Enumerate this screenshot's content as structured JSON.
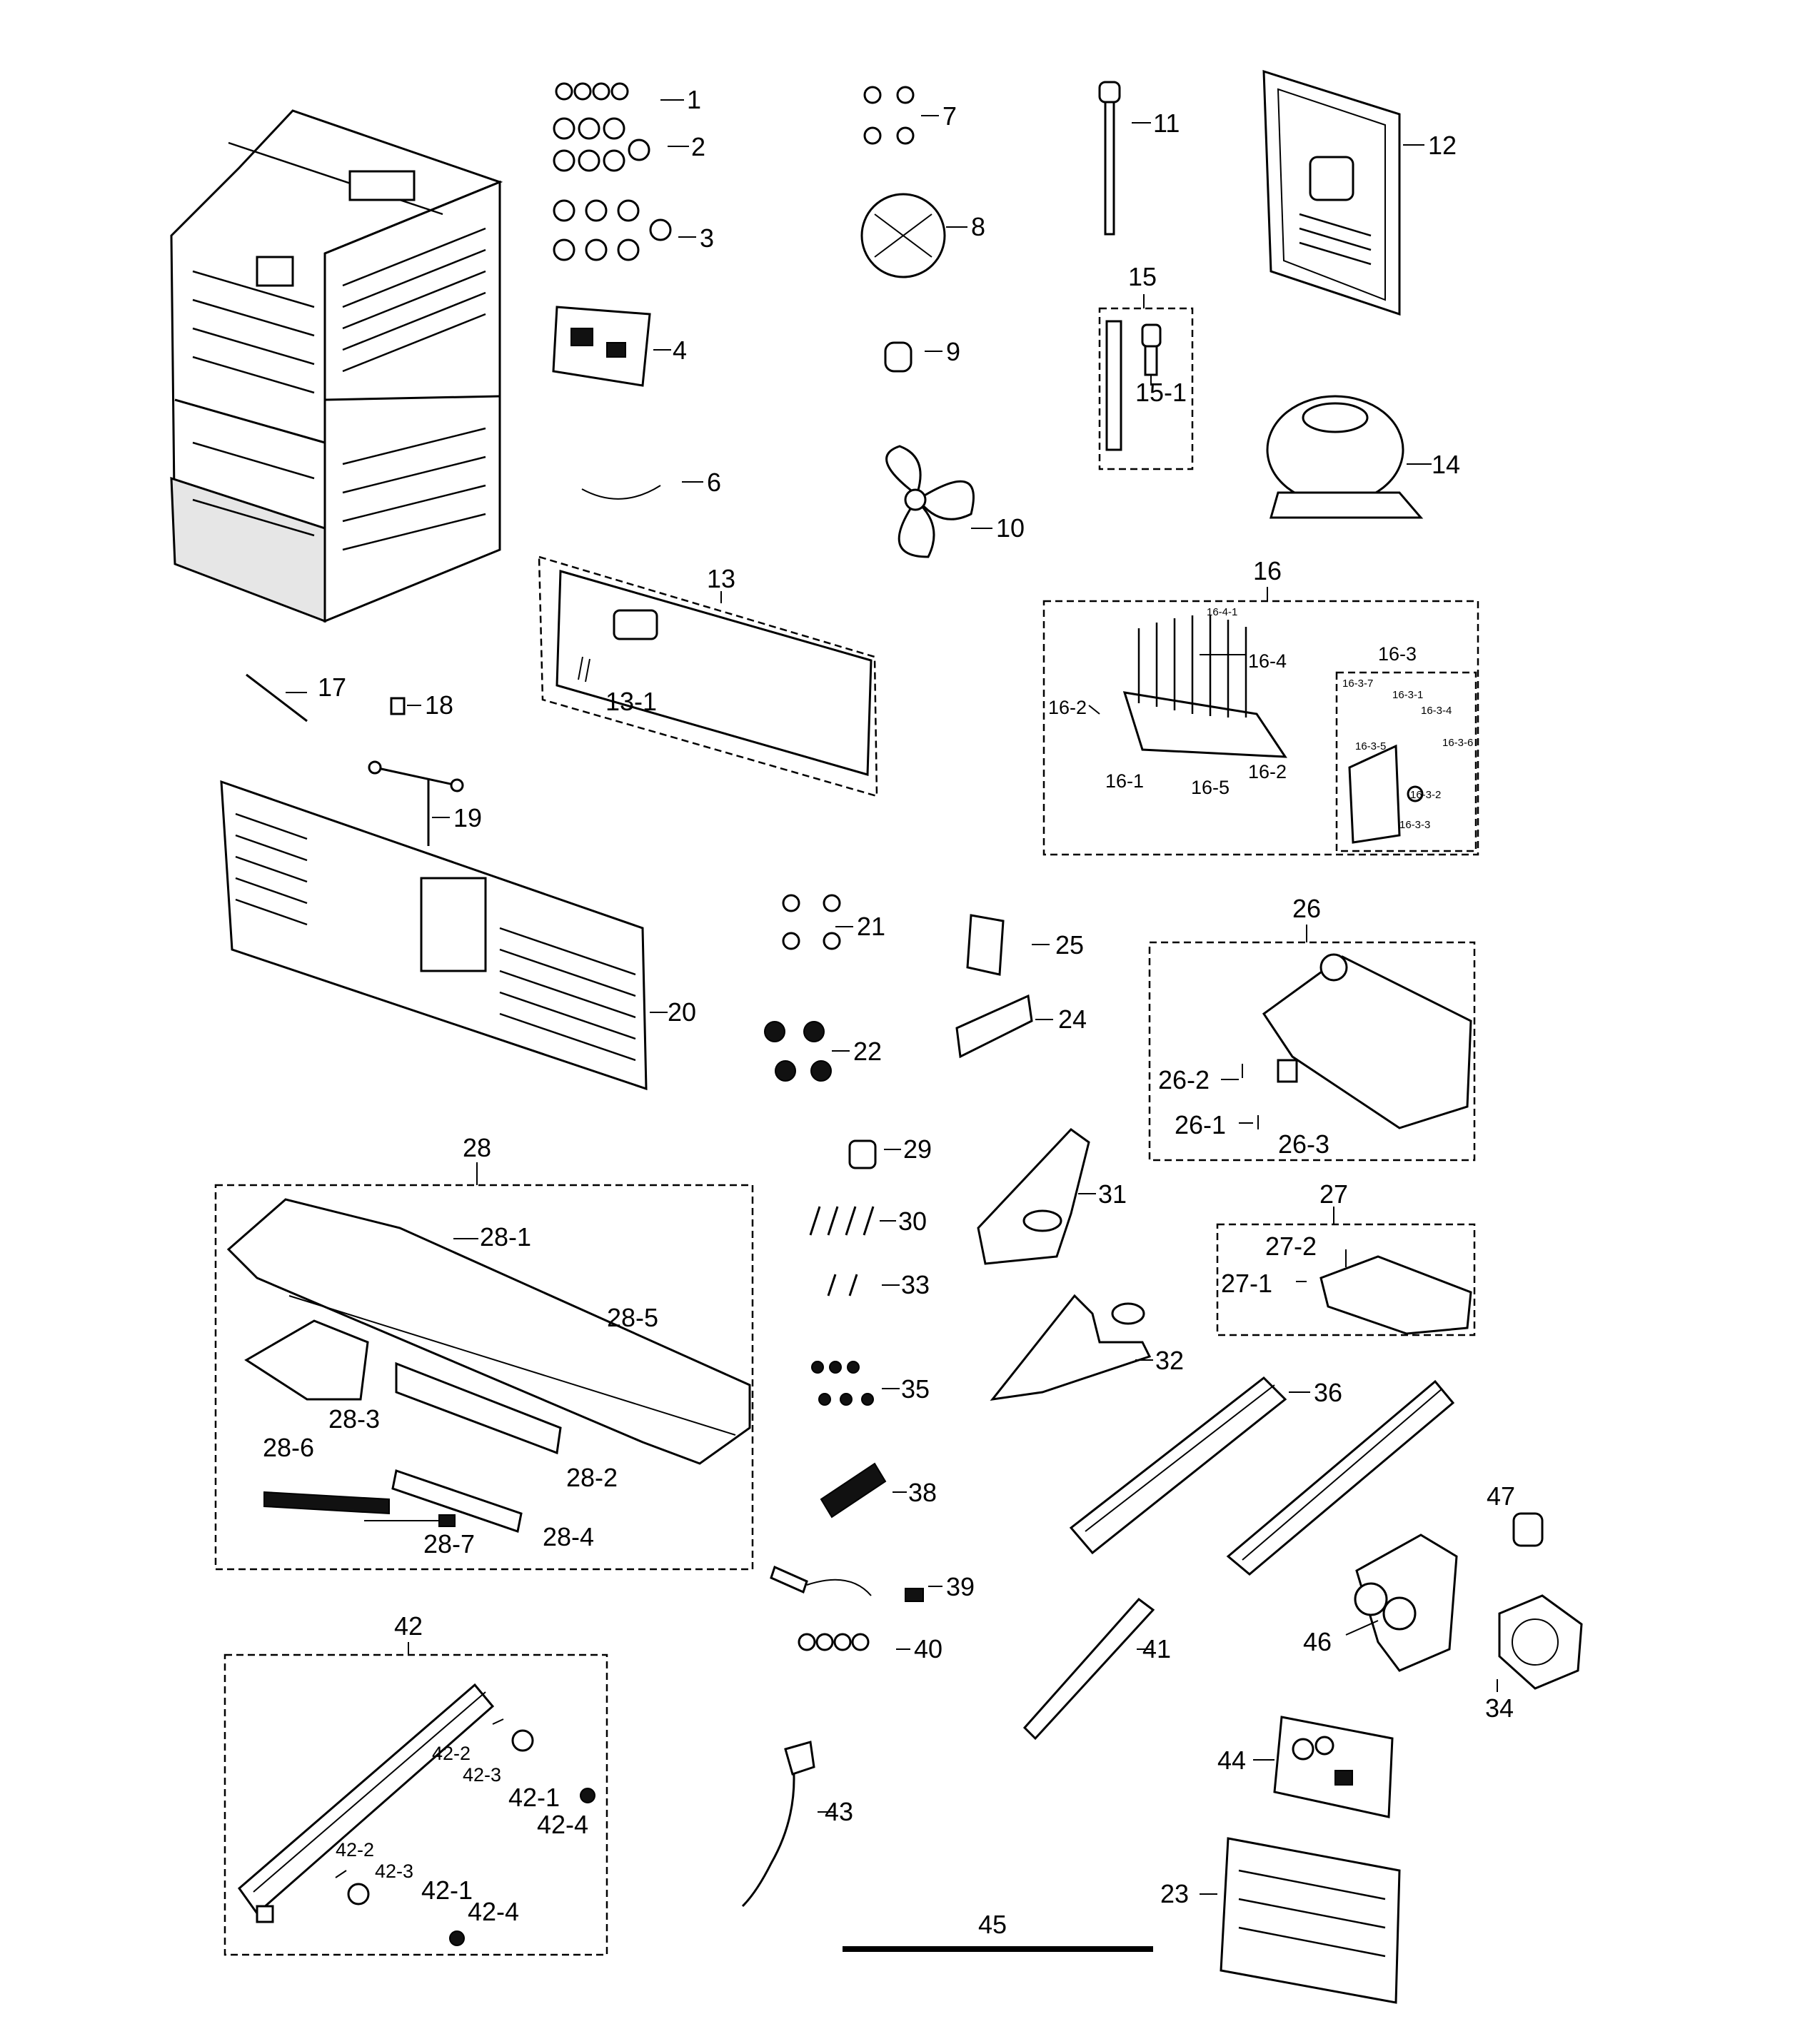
{
  "diagram": {
    "labels": {
      "l1": "1",
      "l2": "2",
      "l3": "3",
      "l4": "4",
      "l6": "6",
      "l7": "7",
      "l8": "8",
      "l9": "9",
      "l10": "10",
      "l11": "11",
      "l12": "12",
      "l13": "13",
      "l13_1": "13-1",
      "l14": "14",
      "l15": "15",
      "l15_1": "15-1",
      "l16": "16",
      "l16_1": "16-1",
      "l16_2a": "16-2",
      "l16_2b": "16-2",
      "l16_3": "16-3",
      "l16_3_1": "16-3-1",
      "l16_3_2": "16-3-2",
      "l16_3_3": "16-3-3",
      "l16_3_4": "16-3-4",
      "l16_3_5": "16-3-5",
      "l16_3_6": "16-3-6",
      "l16_3_7": "16-3-7",
      "l16_4": "16-4",
      "l16_4_1": "16-4-1",
      "l16_5": "16-5",
      "l17": "17",
      "l18": "18",
      "l19": "19",
      "l20": "20",
      "l21": "21",
      "l22": "22",
      "l23": "23",
      "l24": "24",
      "l25": "25",
      "l26": "26",
      "l26_1": "26-1",
      "l26_2": "26-2",
      "l26_3": "26-3",
      "l27": "27",
      "l27_1": "27-1",
      "l27_2": "27-2",
      "l28": "28",
      "l28_1": "28-1",
      "l28_2": "28-2",
      "l28_3": "28-3",
      "l28_4": "28-4",
      "l28_5": "28-5",
      "l28_6": "28-6",
      "l28_7": "28-7",
      "l29": "29",
      "l30": "30",
      "l31": "31",
      "l32": "32",
      "l33": "33",
      "l34": "34",
      "l35": "35",
      "l36": "36",
      "l38": "38",
      "l39": "39",
      "l40": "40",
      "l41": "41",
      "l42": "42",
      "l42_1a": "42-1",
      "l42_2a": "42-2",
      "l42_3a": "42-3",
      "l42_4a": "42-4",
      "l42_1b": "42-1",
      "l42_2b": "42-2",
      "l42_3b": "42-3",
      "l42_4b": "42-4",
      "l43": "43",
      "l44": "44",
      "l45": "45",
      "l46": "46",
      "l47": "47"
    }
  }
}
